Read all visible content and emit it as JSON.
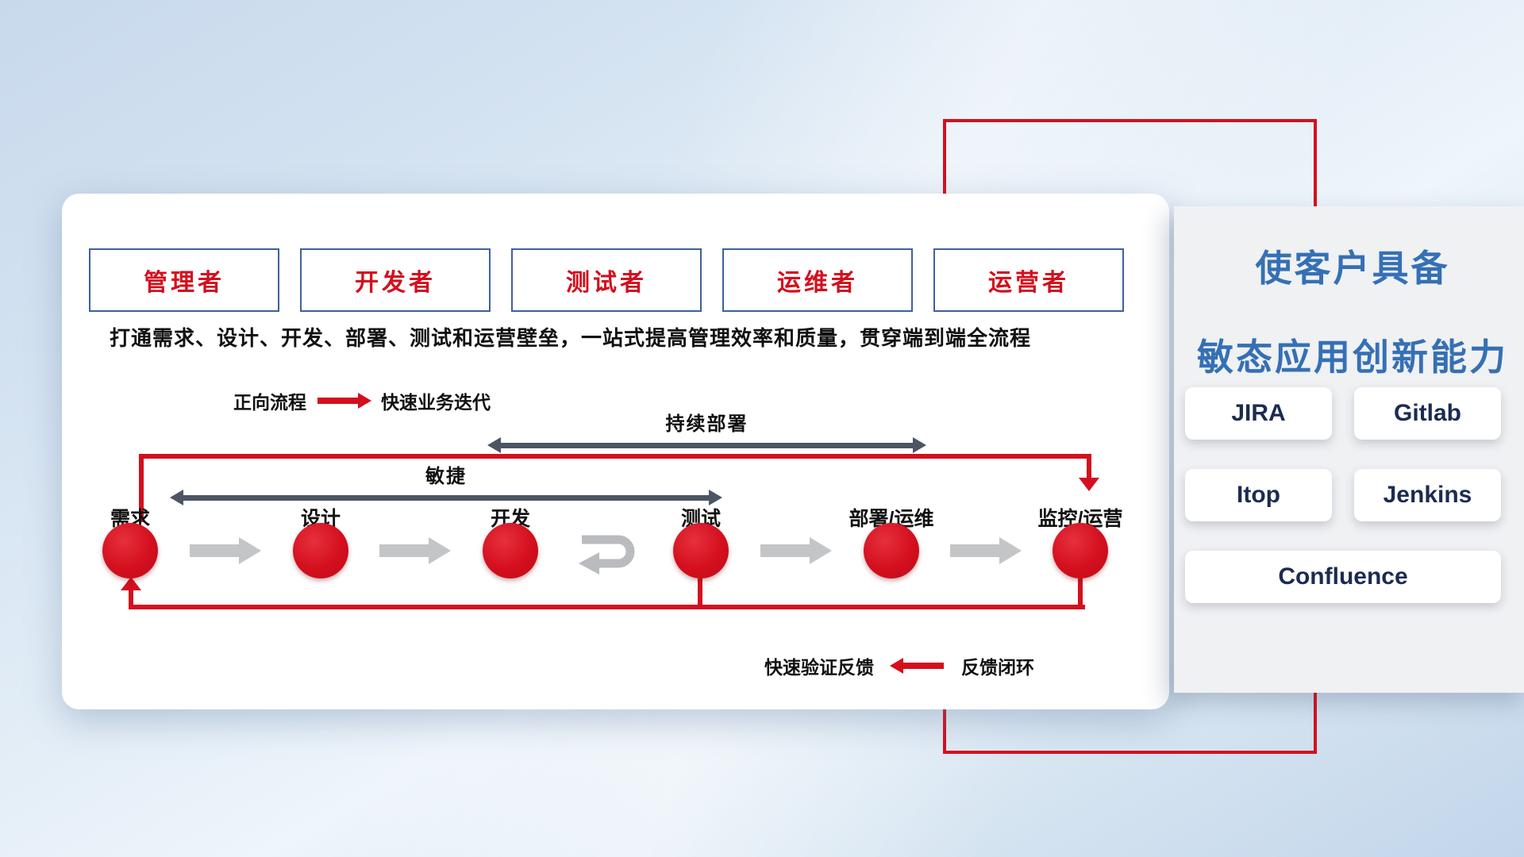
{
  "colors": {
    "accent_red": "#d40f1e",
    "title_blue": "#3570b5",
    "dark_arrow": "#4d5563",
    "gray_arrow": "#c3c5c7",
    "role_border": "#3f5f9f",
    "tool_text": "#1c2b50"
  },
  "roles": [
    "管理者",
    "开发者",
    "测试者",
    "运维者",
    "运营者"
  ],
  "description": "打通需求、设计、开发、部署、测试和运营壁垒，一站式提高管理效率和质量，贯穿端到端全流程",
  "legend_forward": {
    "label": "正向流程",
    "desc": "快速业务迭代"
  },
  "legend_feedback": {
    "desc": "快速验证反馈",
    "label": "反馈闭环"
  },
  "spans": {
    "continuous_deploy": "持续部署",
    "agile": "敏捷"
  },
  "flow": {
    "steps": [
      "需求",
      "设计",
      "开发",
      "测试",
      "部署/运维",
      "监控/运营"
    ],
    "loop_icon": "iterate-return-arrow"
  },
  "right_panel": {
    "title_line1": "使客户具备",
    "title_line2": "敏态应用创新能力",
    "tools": [
      "JIRA",
      "Gitlab",
      "Itop",
      "Jenkins",
      "Confluence"
    ]
  }
}
